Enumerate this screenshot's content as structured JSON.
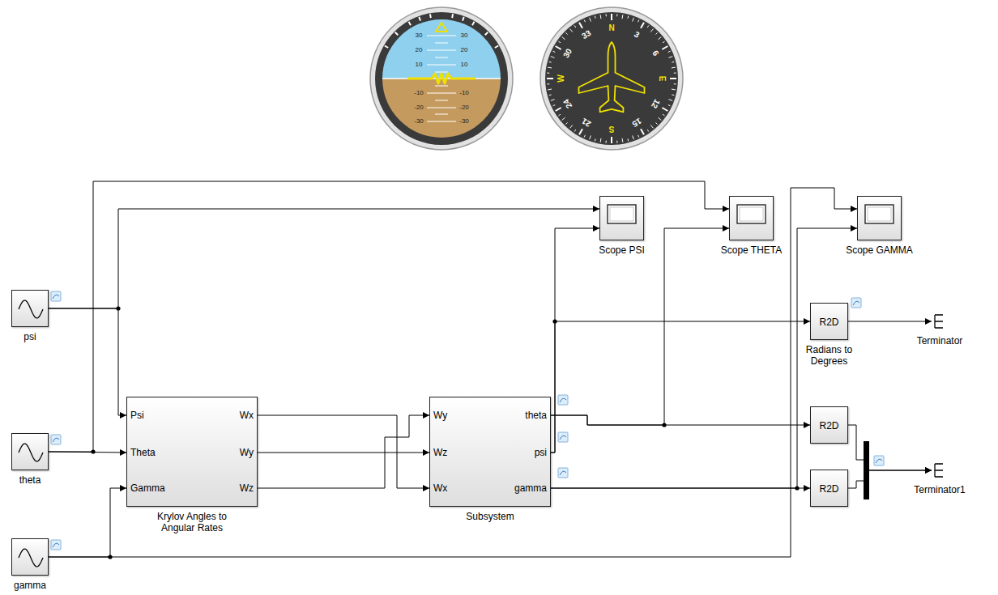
{
  "diagram": {
    "nodes": [
      {
        "text": [
          "psi"
        ]
      },
      {
        "text": [
          "theta"
        ]
      },
      {
        "text": [
          "gamma"
        ]
      },
      {
        "text": [
          "Psi",
          "Theta",
          "Gamma",
          "Wx",
          "Wy",
          "Wz",
          "Krylov Angles to Angular Rates"
        ]
      },
      {
        "text": [
          "Wy",
          "Wz",
          "Wx",
          "theta",
          "psi",
          "gamma",
          "Subsystem"
        ]
      },
      {
        "text": [
          "Scope PSI"
        ]
      },
      {
        "text": [
          "Scope THETA"
        ]
      },
      {
        "text": [
          "Scope GAMMA"
        ]
      },
      {
        "text": [
          "R2D",
          "Radians to Degrees"
        ]
      },
      {
        "text": [
          "R2D"
        ]
      },
      {
        "text": [
          "R2D"
        ]
      },
      {
        "text": [
          "Terminator"
        ]
      },
      {
        "text": [
          "Terminator1"
        ]
      }
    ],
    "edges": [
      {
        "from": 0,
        "to": 3,
        "arrow": "to"
      },
      {
        "from": 0,
        "to": 5,
        "arrow": "to"
      },
      {
        "from": 1,
        "to": 3,
        "arrow": "to"
      },
      {
        "from": 1,
        "to": 6,
        "arrow": "to"
      },
      {
        "from": 2,
        "to": 3,
        "arrow": "to"
      },
      {
        "from": 2,
        "to": 7,
        "arrow": "to"
      },
      {
        "from": 3,
        "to": 4,
        "arrow": "to"
      },
      {
        "from": 3,
        "to": 4,
        "arrow": "to"
      },
      {
        "from": 3,
        "to": 4,
        "arrow": "to"
      },
      {
        "from": 4,
        "to": 8,
        "arrow": "to"
      },
      {
        "from": 4,
        "to": 5,
        "arrow": "to"
      },
      {
        "from": 4,
        "to": 9,
        "arrow": "to"
      },
      {
        "from": 4,
        "to": 6,
        "arrow": "to"
      },
      {
        "from": 4,
        "to": 10,
        "arrow": "to"
      },
      {
        "from": 4,
        "to": 7,
        "arrow": "to"
      },
      {
        "from": 8,
        "to": 11,
        "arrow": "to"
      },
      {
        "from": 9,
        "to": 12,
        "arrow": "to"
      },
      {
        "from": 10,
        "to": 12,
        "arrow": "to"
      }
    ],
    "labels": [
      "30",
      "30",
      "20",
      "20",
      "10",
      "10",
      "-10",
      "-10",
      "-20",
      "-20",
      "-30",
      "-30",
      "N",
      "3",
      "6",
      "E",
      "12",
      "15",
      "S",
      "21",
      "24",
      "W",
      "30",
      "33"
    ]
  }
}
